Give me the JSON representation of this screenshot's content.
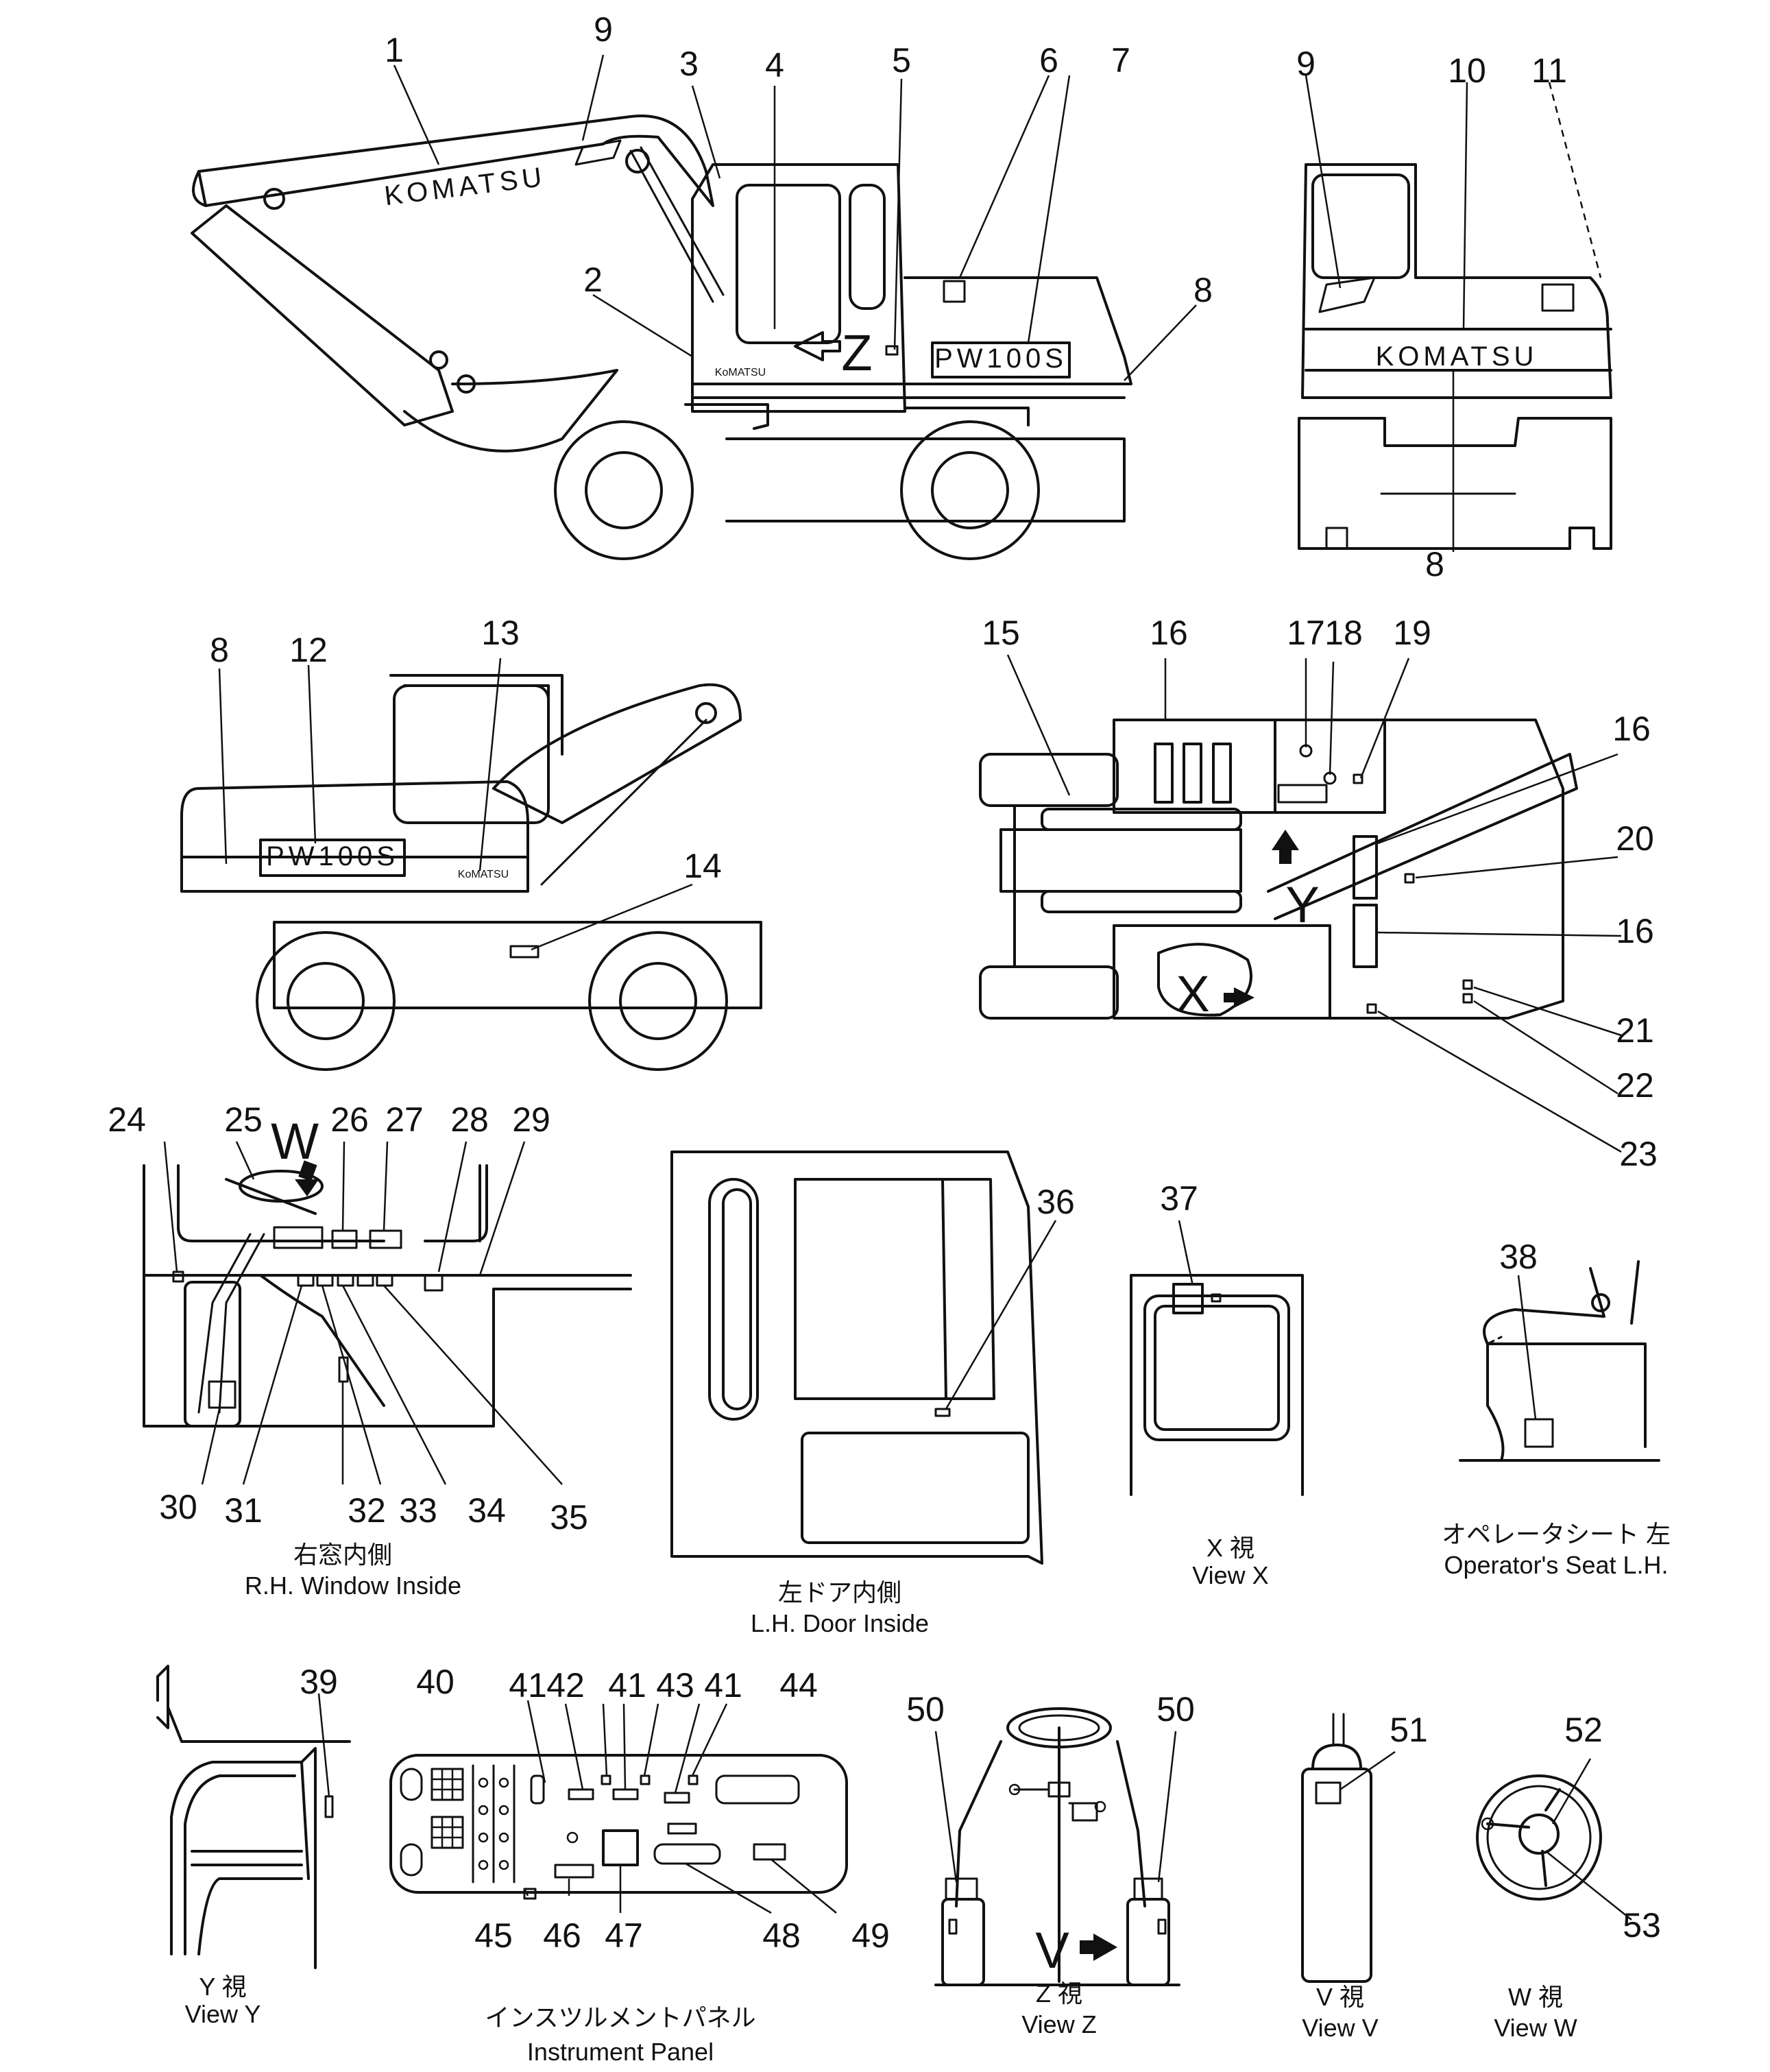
{
  "callouts": [
    {
      "id": "1",
      "label": "1"
    },
    {
      "id": "2",
      "label": "2"
    },
    {
      "id": "3",
      "label": "3"
    },
    {
      "id": "4",
      "label": "4"
    },
    {
      "id": "5",
      "label": "5"
    },
    {
      "id": "6",
      "label": "6"
    },
    {
      "id": "7",
      "label": "7"
    },
    {
      "id": "8a",
      "label": "8"
    },
    {
      "id": "9a",
      "label": "9"
    },
    {
      "id": "9b",
      "label": "9"
    },
    {
      "id": "10",
      "label": "10"
    },
    {
      "id": "11",
      "label": "11"
    },
    {
      "id": "8b",
      "label": "8"
    },
    {
      "id": "8c",
      "label": "8"
    },
    {
      "id": "12",
      "label": "12"
    },
    {
      "id": "13",
      "label": "13"
    },
    {
      "id": "14",
      "label": "14"
    },
    {
      "id": "15",
      "label": "15"
    },
    {
      "id": "16a",
      "label": "16"
    },
    {
      "id": "17",
      "label": "17"
    },
    {
      "id": "18",
      "label": "18"
    },
    {
      "id": "19",
      "label": "19"
    },
    {
      "id": "16b",
      "label": "16"
    },
    {
      "id": "20",
      "label": "20"
    },
    {
      "id": "16c",
      "label": "16"
    },
    {
      "id": "21",
      "label": "21"
    },
    {
      "id": "22",
      "label": "22"
    },
    {
      "id": "23",
      "label": "23"
    },
    {
      "id": "24",
      "label": "24"
    },
    {
      "id": "25",
      "label": "25"
    },
    {
      "id": "26",
      "label": "26"
    },
    {
      "id": "27",
      "label": "27"
    },
    {
      "id": "28",
      "label": "28"
    },
    {
      "id": "29",
      "label": "29"
    },
    {
      "id": "30",
      "label": "30"
    },
    {
      "id": "31",
      "label": "31"
    },
    {
      "id": "32",
      "label": "32"
    },
    {
      "id": "33",
      "label": "33"
    },
    {
      "id": "34",
      "label": "34"
    },
    {
      "id": "35",
      "label": "35"
    },
    {
      "id": "36",
      "label": "36"
    },
    {
      "id": "37",
      "label": "37"
    },
    {
      "id": "38",
      "label": "38"
    },
    {
      "id": "39",
      "label": "39"
    },
    {
      "id": "40",
      "label": "40"
    },
    {
      "id": "41a",
      "label": "41"
    },
    {
      "id": "42",
      "label": "42"
    },
    {
      "id": "41b",
      "label": "41"
    },
    {
      "id": "43",
      "label": "43"
    },
    {
      "id": "41c",
      "label": "41"
    },
    {
      "id": "44",
      "label": "44"
    },
    {
      "id": "45",
      "label": "45"
    },
    {
      "id": "46",
      "label": "46"
    },
    {
      "id": "47",
      "label": "47"
    },
    {
      "id": "48",
      "label": "48"
    },
    {
      "id": "49",
      "label": "49"
    },
    {
      "id": "50a",
      "label": "50"
    },
    {
      "id": "50b",
      "label": "50"
    },
    {
      "id": "51",
      "label": "51"
    },
    {
      "id": "52",
      "label": "52"
    },
    {
      "id": "53",
      "label": "53"
    }
  ],
  "view_markers": {
    "w": "W",
    "x": "X",
    "y": "Y",
    "z": "Z",
    "v": "V"
  },
  "decal_text": {
    "komatsu": "KOMATSU",
    "model": "PW100S",
    "komatsu_small": "KoMATSU"
  },
  "captions": {
    "rh_window_jp": "右窓内側",
    "rh_window_en": "R.H. Window Inside",
    "lh_door_jp": "左ドア内側",
    "lh_door_en": "L.H. Door Inside",
    "view_x_jp": "X 視",
    "view_x_en": "View X",
    "seat_jp": "オペレータシート 左",
    "seat_en": "Operator's Seat L.H.",
    "view_y_jp": "Y 視",
    "view_y_en": "View Y",
    "panel_jp": "インスツルメントパネル",
    "panel_en": "Instrument Panel",
    "view_z_jp": "Z 視",
    "view_z_en": "View Z",
    "view_v_jp": "V 視",
    "view_v_en": "View V",
    "view_w_jp": "W 視",
    "view_w_en": "View W"
  }
}
